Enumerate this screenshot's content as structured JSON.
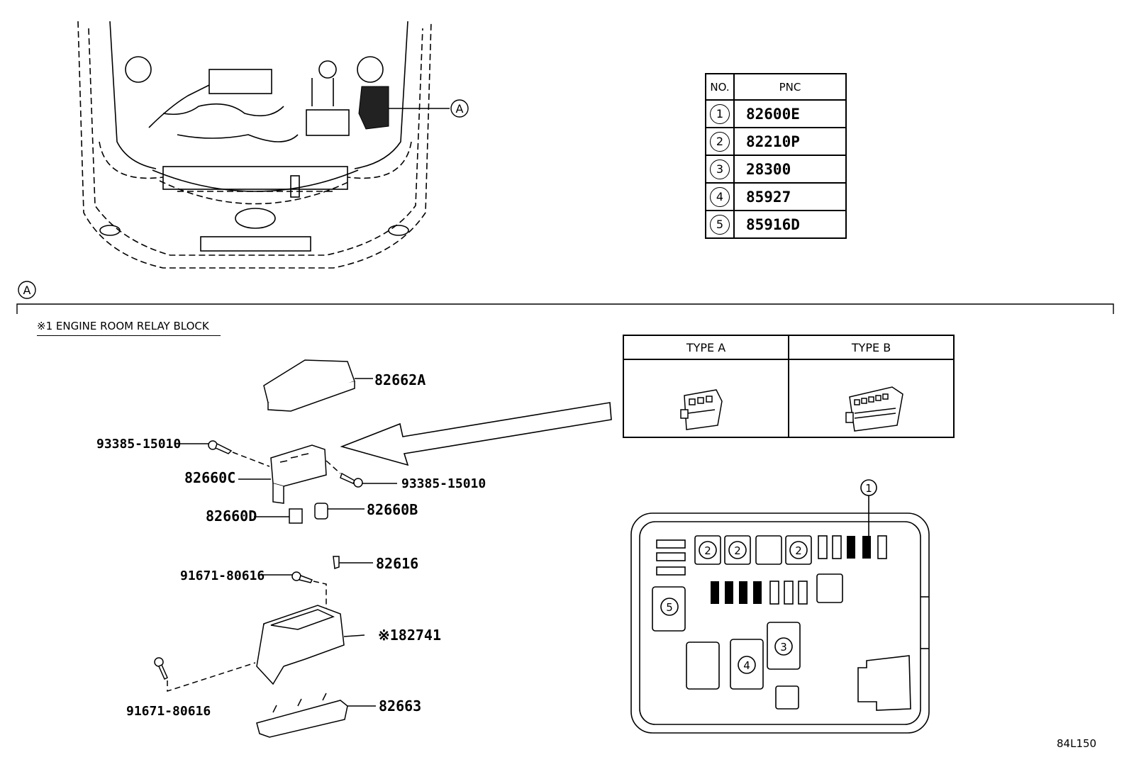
{
  "pnc_table": {
    "header_no": "NO.",
    "header_pnc": "PNC",
    "rows": [
      {
        "no": "1",
        "pnc": "82600E"
      },
      {
        "no": "2",
        "pnc": "82210P"
      },
      {
        "no": "3",
        "pnc": "28300"
      },
      {
        "no": "4",
        "pnc": "85927"
      },
      {
        "no": "5",
        "pnc": "85916D"
      }
    ]
  },
  "callout_a_label": "A",
  "section_marker": "A",
  "section_title": "※1 ENGINE ROOM RELAY BLOCK",
  "type_table": {
    "type_a": "TYPE A",
    "type_b": "TYPE B"
  },
  "parts": {
    "cover": "82662A",
    "bolt_left": "93385-15010",
    "block": "82660C",
    "bolt_right": "93385-15010",
    "relay_d": "82660D",
    "relay_b": "82660B",
    "fuse": "82616",
    "bolt_upper": "91671-80616",
    "bracket": "※182741",
    "bolt_lower": "91671-80616",
    "holder": "82663"
  },
  "layout_callouts": {
    "top": "1",
    "fuse_2a": "2",
    "fuse_2b": "2",
    "fuse_2c": "2",
    "relay_3": "3",
    "relay_4": "4",
    "relay_5": "5"
  },
  "drawing_code": "84L150"
}
